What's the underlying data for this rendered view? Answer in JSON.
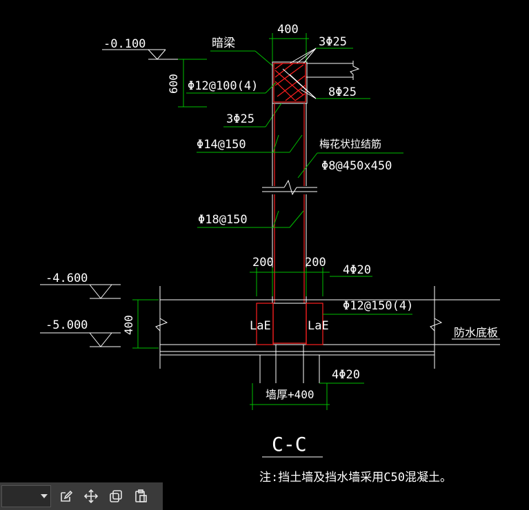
{
  "drawing": {
    "elev_top": "-0.100",
    "elev_mid": "-4.600",
    "elev_bottom": "-5.000",
    "beam_height": "600",
    "slab_thickness": "400",
    "wall_width": "400",
    "hidden_beam_label": "暗梁",
    "top_bars": "3Φ25",
    "beam_stirrup": "Φ12@100(4)",
    "beam_side_bars": "8Φ25",
    "bottom_bars": "3Φ25",
    "wall_bars_upper": "Φ14@150",
    "tie_label": "梅花状拉结筋",
    "tie_spec": "Φ8@450x450",
    "wall_bars_lower": "Φ18@150",
    "offset_left": "200",
    "offset_right": "200",
    "col_bars_top": "4Φ20",
    "slab_stirrup": "Φ12@150(4)",
    "lae_left": "LaE",
    "lae_right": "LaE",
    "waterproof_slab": "防水底板",
    "col_bars_bottom": "4Φ20",
    "thickness_plus": "墙厚+400",
    "section_title": "C-C",
    "note": "注:挡土墙及挡水墙采用C50混凝土。"
  },
  "toolbar": {
    "icons": [
      "dropdown-caret-icon",
      "edit-icon",
      "move-icon",
      "copy-icon",
      "paste-icon"
    ]
  },
  "colors": {
    "background": "#000000",
    "dimension_lines": "#00c000",
    "rebar": "#ff2020",
    "outline": "#ffffff"
  }
}
